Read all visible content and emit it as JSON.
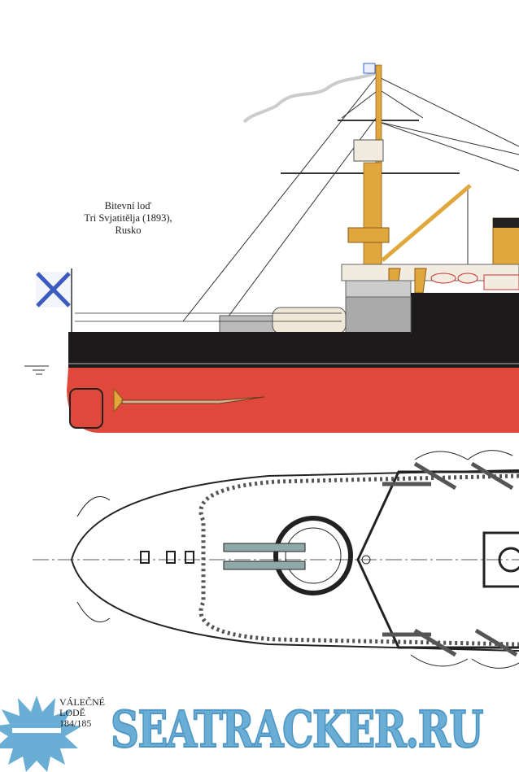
{
  "caption": {
    "line1": "Bitevní loď",
    "line2": "Tri Svjatitělja (1893),",
    "line3": "Rusko"
  },
  "page_label": {
    "series": "VÁLEČNÉ",
    "series2": "LODĚ",
    "pages": "184/185"
  },
  "watermark": {
    "text": "SEATRACKER.RU",
    "color": "#6aaed6"
  },
  "colors": {
    "hull_red": "#e0483c",
    "hull_black": "#1c1a1a",
    "mast": "#e0a83c"
  }
}
